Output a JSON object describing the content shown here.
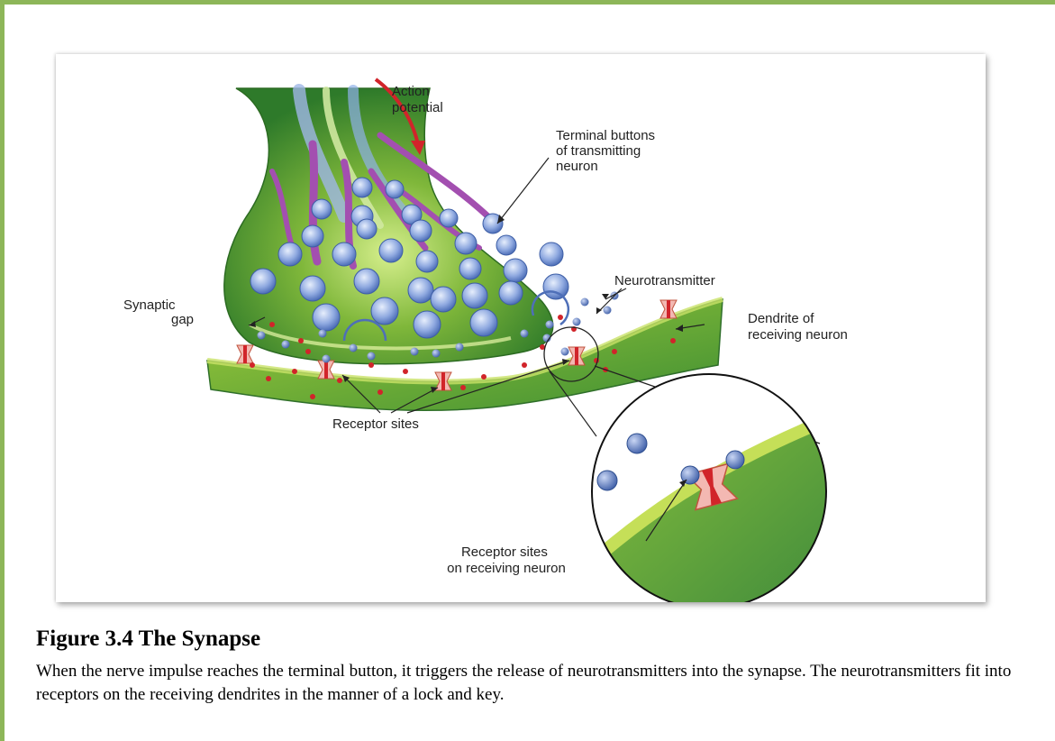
{
  "figure": {
    "labels": {
      "action_potential": [
        "Action",
        "potential"
      ],
      "terminal_buttons": [
        "Terminal buttons",
        "of transmitting",
        "neuron"
      ],
      "neurotransmitter": "Neurotransmitter",
      "synaptic_gap": [
        "Synaptic",
        "gap"
      ],
      "dendrite": [
        "Dendrite of",
        "receiving neuron"
      ],
      "receptor_sites": "Receptor sites",
      "receptor_sites_receiving": [
        "Receptor sites",
        "on receiving neuron"
      ]
    },
    "colors": {
      "frame_border": "#8db659",
      "terminal_green": "#5a9a2c",
      "dendrite_green": "#7fb23a",
      "vesicle_blue": "#6f8ed1",
      "neurotransmitter_red": "#d1242a",
      "axon_purple": "#a34fb0"
    }
  },
  "caption": {
    "title": "Figure 3.4 The Synapse",
    "text": "When the nerve impulse reaches the terminal button, it triggers the release of neurotransmitters into the synapse. The  neurotransmitters fit into receptors on the receiving dendrites in the manner of a lock and key."
  }
}
